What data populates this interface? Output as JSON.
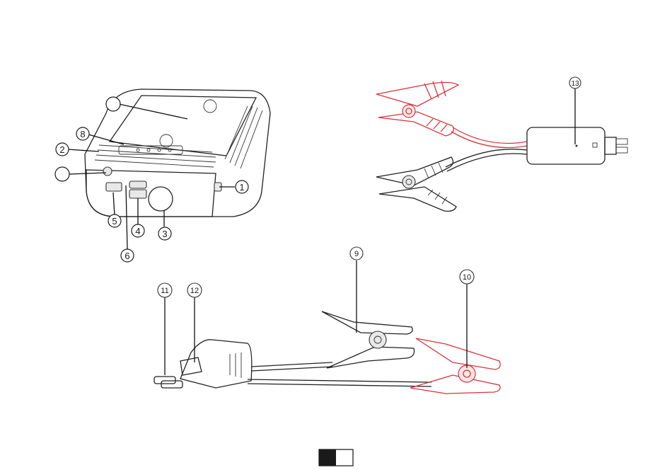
{
  "callouts": {
    "c1": "1",
    "c2": "2",
    "c3": "3",
    "c4": "4",
    "c5": "5",
    "c6": "6",
    "c8": "8",
    "c9": "9",
    "c10": "10",
    "c11": "11",
    "c12": "12",
    "c13": "13"
  },
  "colors": {
    "ink": "#1a1a1a",
    "red_clamp": "#d8343f"
  }
}
